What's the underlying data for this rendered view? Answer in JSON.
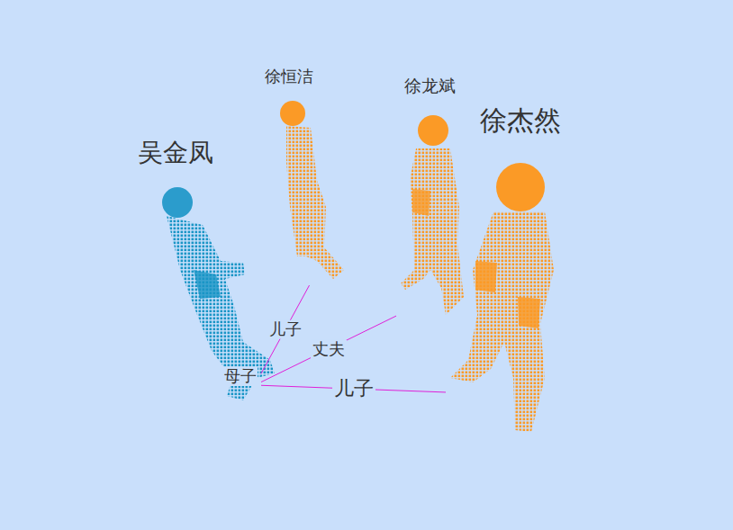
{
  "diagram": {
    "nodes": [
      {
        "text": [
          "吴金凤"
        ]
      },
      {
        "text": [
          "徐恒洁"
        ]
      },
      {
        "text": [
          "徐龙斌"
        ]
      },
      {
        "text": [
          "徐杰然"
        ]
      }
    ],
    "edges": [
      {
        "from": 0,
        "to": 1,
        "label": "儿子",
        "arrow": "none"
      },
      {
        "from": 0,
        "to": 2,
        "label": "丈夫",
        "arrow": "none"
      },
      {
        "from": 0,
        "to": 3,
        "label": "儿子",
        "arrow": "none"
      }
    ],
    "labels": [
      "母子"
    ]
  }
}
